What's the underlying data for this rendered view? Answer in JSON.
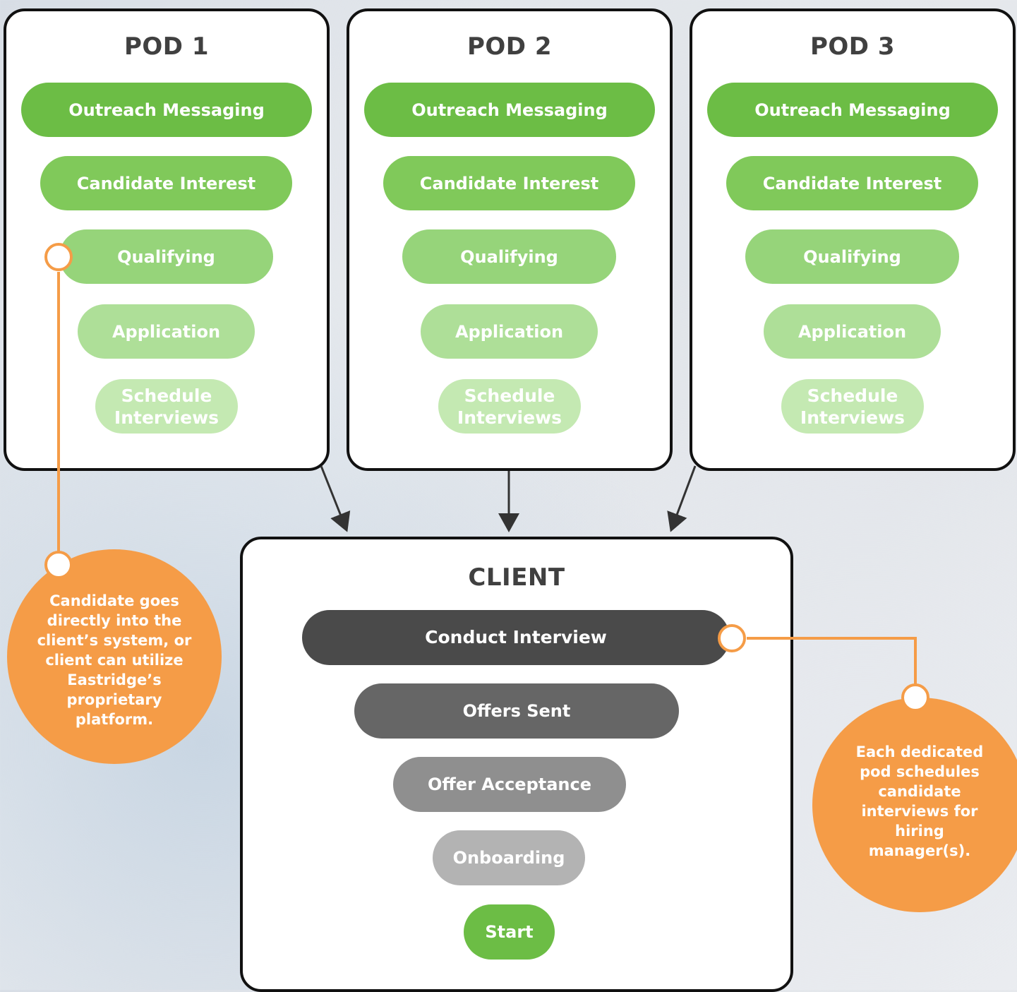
{
  "pods": [
    {
      "title": "POD 1",
      "stages": [
        "Outreach Messaging",
        "Candidate Interest",
        "Qualifying",
        "Application",
        "Schedule Interviews"
      ]
    },
    {
      "title": "POD 2",
      "stages": [
        "Outreach Messaging",
        "Candidate Interest",
        "Qualifying",
        "Application",
        "Schedule Interviews"
      ]
    },
    {
      "title": "POD 3",
      "stages": [
        "Outreach Messaging",
        "Candidate Interest",
        "Qualifying",
        "Application",
        "Schedule Interviews"
      ]
    }
  ],
  "client": {
    "title": "CLIENT",
    "stages": [
      "Conduct Interview",
      "Offers Sent",
      "Offer Acceptance",
      "Onboarding",
      "Start"
    ]
  },
  "callouts": {
    "left": "Candidate goes directly into the client’s system, or client can utilize Eastridge’s proprietary platform.",
    "right": "Each dedicated pod schedules candidate interviews for hiring manager(s)."
  },
  "colors": {
    "pod_stages": [
      "#6cbd45",
      "#80c95a",
      "#96d47a",
      "#aedf98",
      "#c4e9b2"
    ],
    "client_stages": [
      "#4a4a4a",
      "#666666",
      "#8f8f8f",
      "#b3b3b3",
      "#6cbd45"
    ],
    "callout": "#f59c47"
  }
}
